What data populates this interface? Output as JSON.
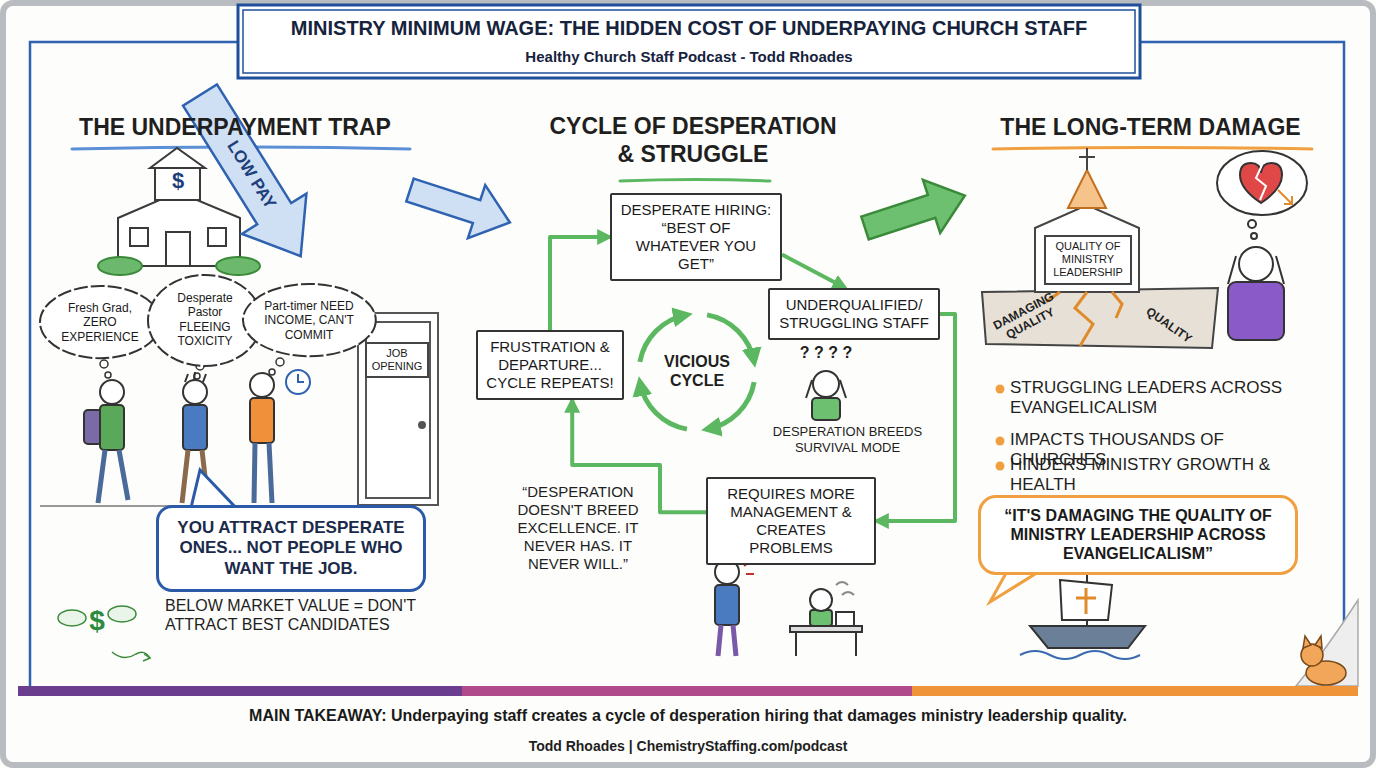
{
  "diagram": {
    "title": "MINISTRY MINIMUM WAGE: THE HIDDEN COST OF UNDERPAYING CHURCH STAFF",
    "caption": "MAIN TAKEAWAY: Underpaying staff creates a cycle of desperation hiring that damages ministry leadership quality.",
    "nodes": [
      {
        "text": [
          "Fresh Grad, ZERO EXPERIENCE"
        ]
      },
      {
        "text": [
          "Desperate Pastor FLEEING TOXICITY"
        ]
      },
      {
        "text": [
          "Part-timer NEED INCOME, CAN'T COMMIT"
        ]
      },
      {
        "text": [
          "JOB OPENING"
        ]
      },
      {
        "text": [
          "YOU ATTRACT DESPERATE ONES... NOT PEOPLE WHO WANT THE JOB."
        ]
      },
      {
        "text": [
          "DESPERATE HIRING: “BEST OF WHATEVER YOU GET”"
        ]
      },
      {
        "text": [
          "UNDERQUALIFIED/ STRUGGLING STAFF"
        ]
      },
      {
        "text": [
          "REQUIRES MORE MANAGEMENT & CREATES PROBLEMS"
        ]
      },
      {
        "text": [
          "FRUSTRATION & DEPARTURE... CYCLE REPEATS!"
        ]
      },
      {
        "text": [
          "QUALITY OF MINISTRY LEADERSHIP"
        ]
      },
      {
        "text": [
          "“IT'S DAMAGING THE QUALITY OF MINISTRY LEADERSHIP ACROSS EVANGELICALISM”"
        ]
      }
    ],
    "edges": [
      {
        "from": 5,
        "to": 6,
        "arrow": "to"
      },
      {
        "from": 6,
        "to": 7,
        "arrow": "to"
      },
      {
        "from": 7,
        "to": 8,
        "arrow": "to"
      },
      {
        "from": 8,
        "to": 5,
        "arrow": "to"
      }
    ],
    "labels": [
      "Healthy Church Staff Podcast - Todd Rhoades",
      "THE UNDERPAYMENT TRAP",
      "CYCLE OF DESPERATION & STRUGGLE",
      "THE LONG-TERM DAMAGE",
      "$",
      "LOW PAY",
      "BELOW MARKET VALUE = DON'T ATTRACT BEST CANDIDATES",
      "$",
      "VICIOUS CYCLE",
      "? ? ? ?",
      "DESPERATION BREEDS SURVIVAL MODE",
      "“DESPERATION DOESN'T BREED EXCELLENCE. IT NEVER HAS. IT NEVER WILL.”",
      "DAMAGING QUALITY",
      "QUALITY",
      "STRUGGLING LEADERS ACROSS EVANGELICALISM",
      "IMPACTS THOUSANDS OF CHURCHES",
      "HINDERS MINISTRY GROWTH & HEALTH",
      "Todd Rhoades | ChemistryStaffing.com/podcast"
    ]
  }
}
